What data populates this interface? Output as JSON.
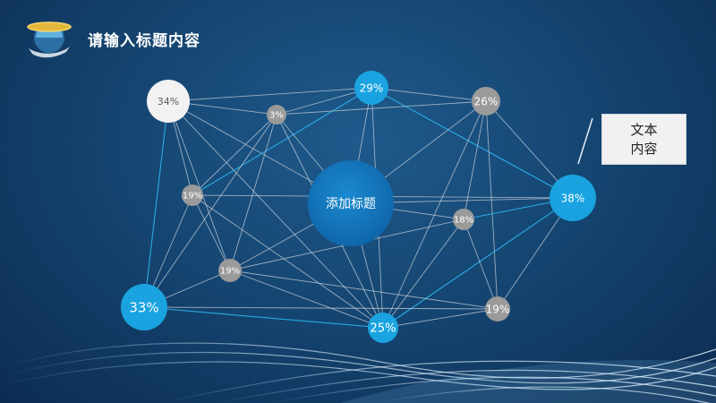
{
  "header": {
    "title": "请输入标题内容",
    "logo_icon": "globe-logo-icon"
  },
  "callout": {
    "line1": "文本",
    "line2": "内容"
  },
  "colors": {
    "background": "#154672",
    "center_node": "#1478be",
    "highlight_node": "#1aa3e0",
    "gray_node": "#9a9a9a",
    "white_node": "#f2f2f2",
    "edge": "#c8d0da",
    "highlight_edge": "#2bb0e8"
  },
  "network": {
    "center": {
      "id": "center",
      "label": "添加标题"
    },
    "nodes": [
      {
        "id": "n34",
        "label": "34%",
        "value": 34,
        "style": "white"
      },
      {
        "id": "n29",
        "label": "29%",
        "value": 29,
        "style": "blue"
      },
      {
        "id": "n26",
        "label": "26%",
        "value": 26,
        "style": "gray"
      },
      {
        "id": "n3",
        "label": "3%",
        "value": 3,
        "style": "gray"
      },
      {
        "id": "n19a",
        "label": "19%",
        "value": 19,
        "style": "gray"
      },
      {
        "id": "n38",
        "label": "38%",
        "value": 38,
        "style": "blue"
      },
      {
        "id": "n18",
        "label": "18%",
        "value": 18,
        "style": "gray"
      },
      {
        "id": "n19b",
        "label": "19%",
        "value": 19,
        "style": "gray"
      },
      {
        "id": "n33",
        "label": "33%",
        "value": 33,
        "style": "blue"
      },
      {
        "id": "n25",
        "label": "25%",
        "value": 25,
        "style": "blue"
      },
      {
        "id": "n19c",
        "label": "19%",
        "value": 19,
        "style": "gray"
      }
    ],
    "edges": [
      [
        "n34",
        "n29"
      ],
      [
        "n34",
        "n3"
      ],
      [
        "n34",
        "n19a"
      ],
      [
        "n34",
        "n33"
      ],
      [
        "n34",
        "center"
      ],
      [
        "n34",
        "n19b"
      ],
      [
        "n34",
        "n25"
      ],
      [
        "n29",
        "n3"
      ],
      [
        "n29",
        "n26"
      ],
      [
        "n29",
        "n38"
      ],
      [
        "n29",
        "n19a"
      ],
      [
        "n29",
        "center"
      ],
      [
        "n3",
        "n19a"
      ],
      [
        "n3",
        "n19b"
      ],
      [
        "n3",
        "n26"
      ],
      [
        "n3",
        "center"
      ],
      [
        "n3",
        "n33"
      ],
      [
        "n3",
        "n25"
      ],
      [
        "n26",
        "n38"
      ],
      [
        "n26",
        "n18"
      ],
      [
        "n26",
        "n25"
      ],
      [
        "n26",
        "n19c"
      ],
      [
        "n26",
        "center"
      ],
      [
        "n19a",
        "n19b"
      ],
      [
        "n19a",
        "n25"
      ],
      [
        "n19a",
        "n33"
      ],
      [
        "n19a",
        "n38"
      ],
      [
        "n38",
        "n18"
      ],
      [
        "n38",
        "n25"
      ],
      [
        "n38",
        "n19c"
      ],
      [
        "n38",
        "center"
      ],
      [
        "n18",
        "n25"
      ],
      [
        "n18",
        "n19c"
      ],
      [
        "n18",
        "center"
      ],
      [
        "n18",
        "n19b"
      ],
      [
        "n19b",
        "n33"
      ],
      [
        "n19b",
        "n25"
      ],
      [
        "n19b",
        "n19c"
      ],
      [
        "n19b",
        "center"
      ],
      [
        "n33",
        "n25"
      ],
      [
        "n33",
        "n19c"
      ],
      [
        "n25",
        "n19c"
      ],
      [
        "n25",
        "center"
      ],
      [
        "n25",
        "n29"
      ]
    ],
    "highlight_edges": [
      [
        "n29",
        "n38"
      ],
      [
        "n34",
        "n33"
      ],
      [
        "n33",
        "n25"
      ],
      [
        "n38",
        "n25"
      ],
      [
        "n19a",
        "n29"
      ],
      [
        "n18",
        "n38"
      ]
    ]
  }
}
